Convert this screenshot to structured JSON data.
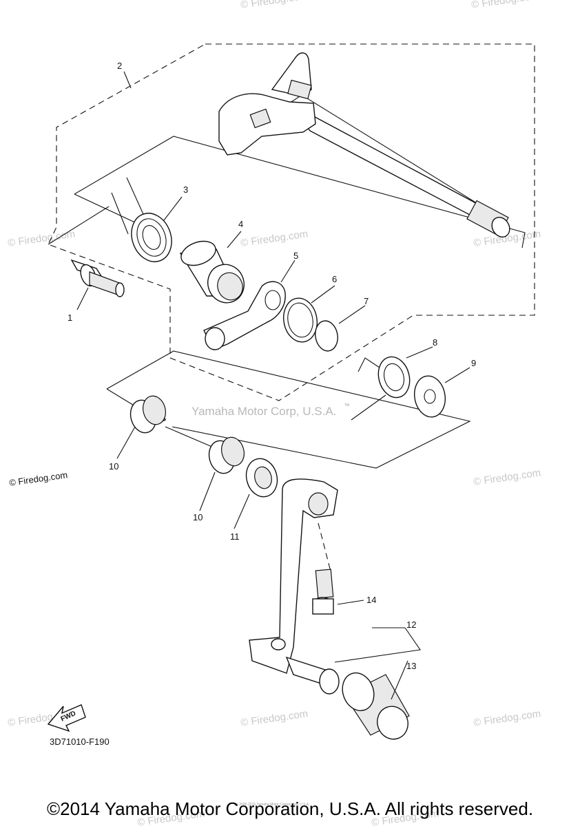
{
  "diagram": {
    "part_numbers": [
      "1",
      "2",
      "3",
      "4",
      "5",
      "6",
      "7",
      "8",
      "9",
      "10",
      "10",
      "11",
      "12",
      "13",
      "14"
    ],
    "reference_code": "3D71010-F190",
    "fwd_label": "FWD",
    "watermark_center": "Yamaha Motor Corp, U.S.A.",
    "watermark_center_mark": "TM",
    "watermarks": [
      "© Firedog.com",
      "© Firedog.com",
      "© Firedog.com",
      "© Firedog.com",
      "© Firedog.com",
      "© Firedog.com",
      "© Firedog.com",
      "© Firedog.com",
      "© Firedog.com",
      "© Firedog.com",
      "© Firedog.com"
    ],
    "fine_print": "(c) 2005-2015 Yamaha Motor Corporation, U.S.A."
  },
  "footer": {
    "copyright": "©2014 Yamaha Motor Corporation, U.S.A. All rights reserved."
  }
}
